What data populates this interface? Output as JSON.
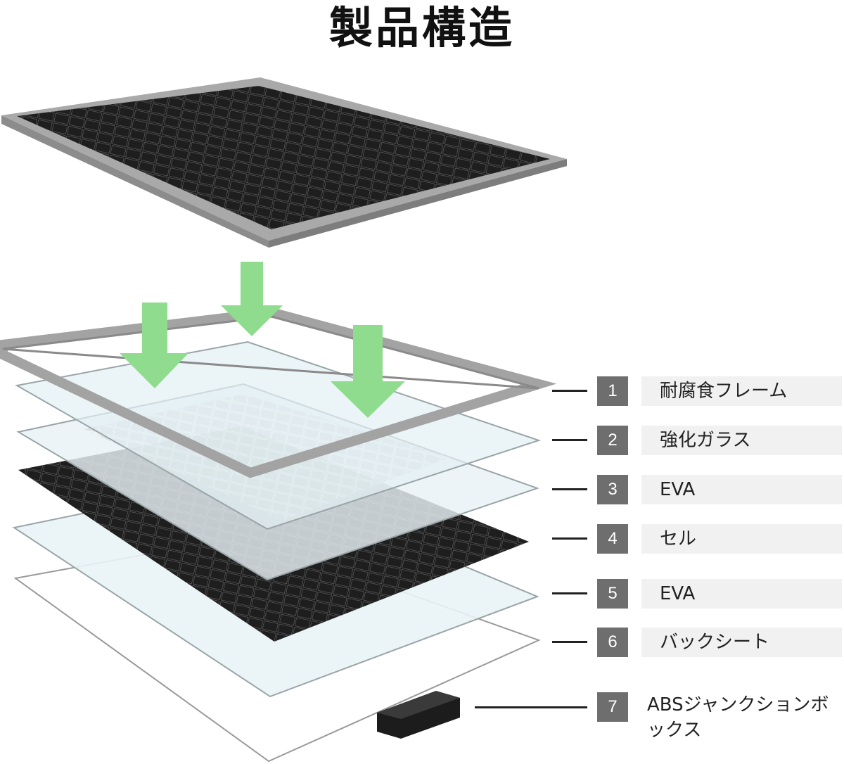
{
  "title": "製品構造",
  "legend": [
    {
      "number": "1",
      "label": "耐腐食フレーム"
    },
    {
      "number": "2",
      "label": "強化ガラス"
    },
    {
      "number": "3",
      "label": "EVA"
    },
    {
      "number": "4",
      "label": "セル"
    },
    {
      "number": "5",
      "label": "EVA"
    },
    {
      "number": "6",
      "label": "バックシート"
    },
    {
      "number": "7",
      "label": "ABSジャンクションボックス"
    }
  ],
  "colors": {
    "arrow": "#8fdc8f",
    "frame": "#b8b8b8",
    "cell": "#141414",
    "glass": "#dfeef2",
    "number_box": "#6e6e6e",
    "label_box": "#f1f1f1"
  }
}
